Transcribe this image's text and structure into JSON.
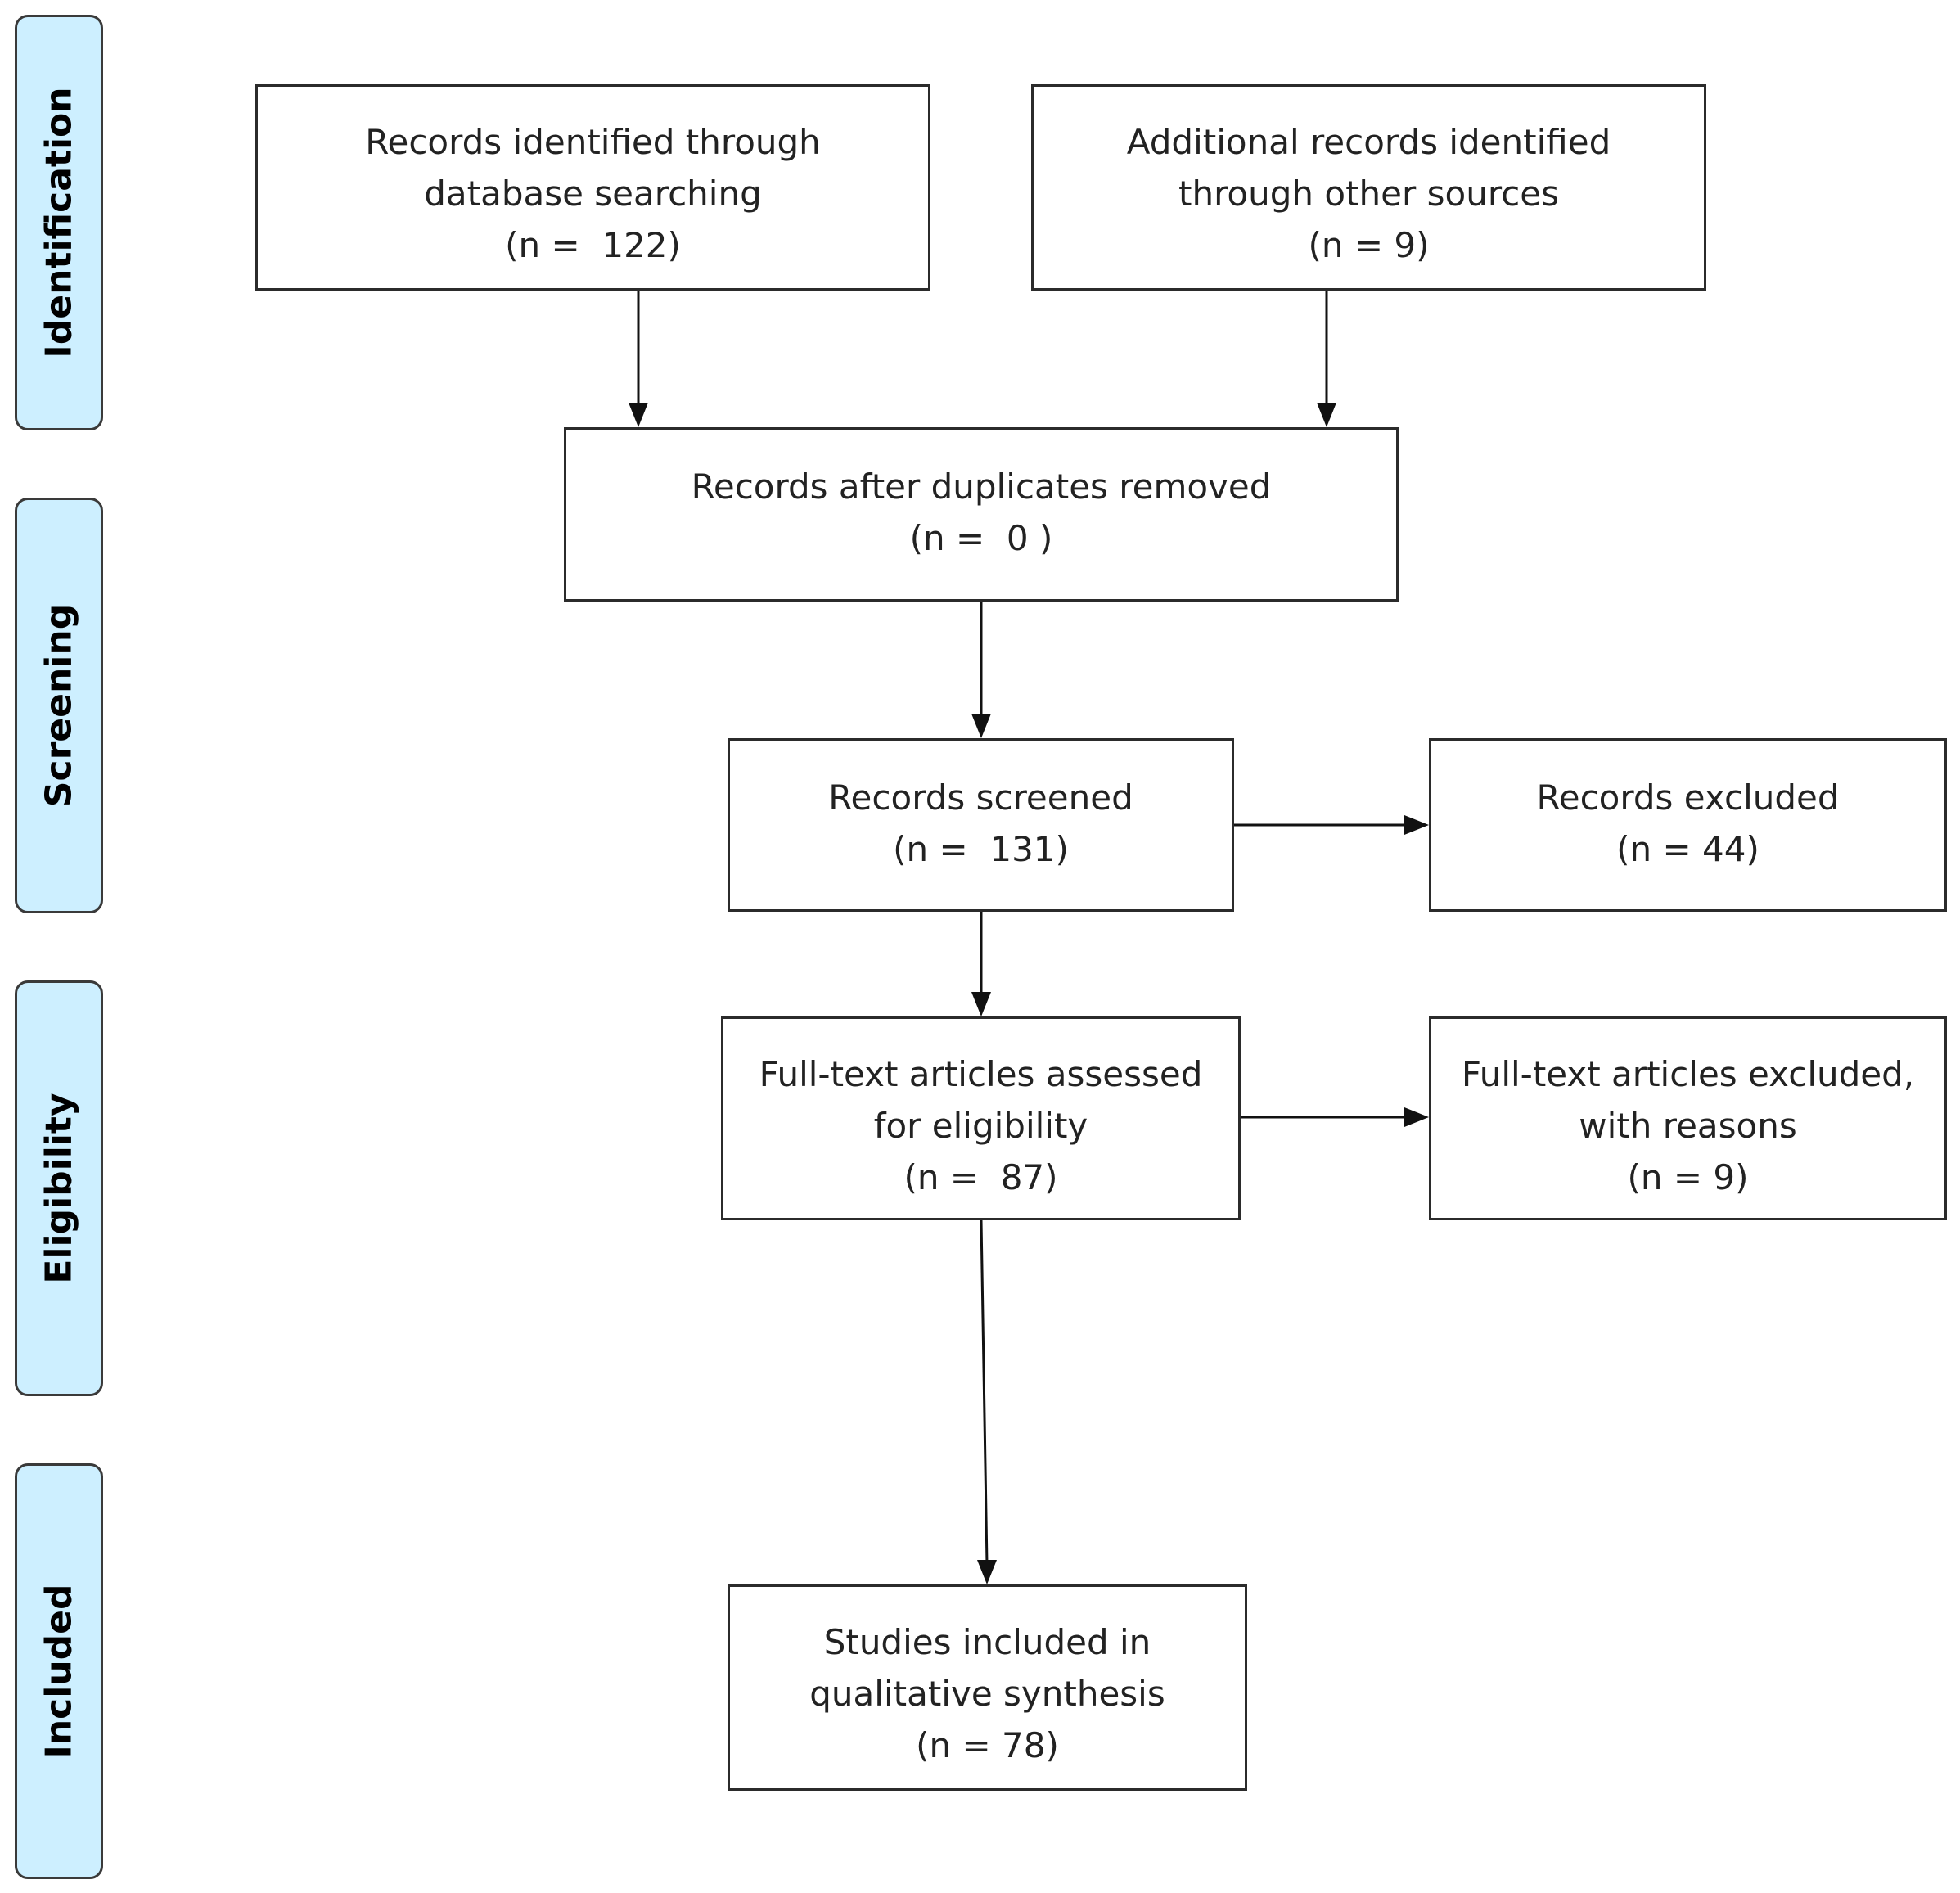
{
  "stages": [
    {
      "id": "identification",
      "label": "Identification"
    },
    {
      "id": "screening",
      "label": "Screening"
    },
    {
      "id": "eligibility",
      "label": "Eligibility"
    },
    {
      "id": "included",
      "label": "Included"
    }
  ],
  "boxes": {
    "database": {
      "line1": "Records identified through",
      "line2": "database searching",
      "count": "(n =  122)"
    },
    "other": {
      "line1": "Additional records identified",
      "line2": "through other sources",
      "count": "(n = 9)"
    },
    "duplicates": {
      "line1": "Records after duplicates removed",
      "count": "(n =  0 )"
    },
    "screened": {
      "line1": "Records screened",
      "count": "(n =  131)"
    },
    "excluded": {
      "line1": "Records excluded",
      "count": "(n = 44)"
    },
    "fulltext": {
      "line1": "Full-text articles assessed",
      "line2": "for eligibility",
      "count": "(n =  87)"
    },
    "fulltext_excluded": {
      "line1": "Full-text articles excluded,",
      "line2": "with reasons",
      "count": "(n = 9)"
    },
    "included": {
      "line1": "Studies included in",
      "line2": "qualitative synthesis",
      "count": "(n = 78)"
    }
  }
}
